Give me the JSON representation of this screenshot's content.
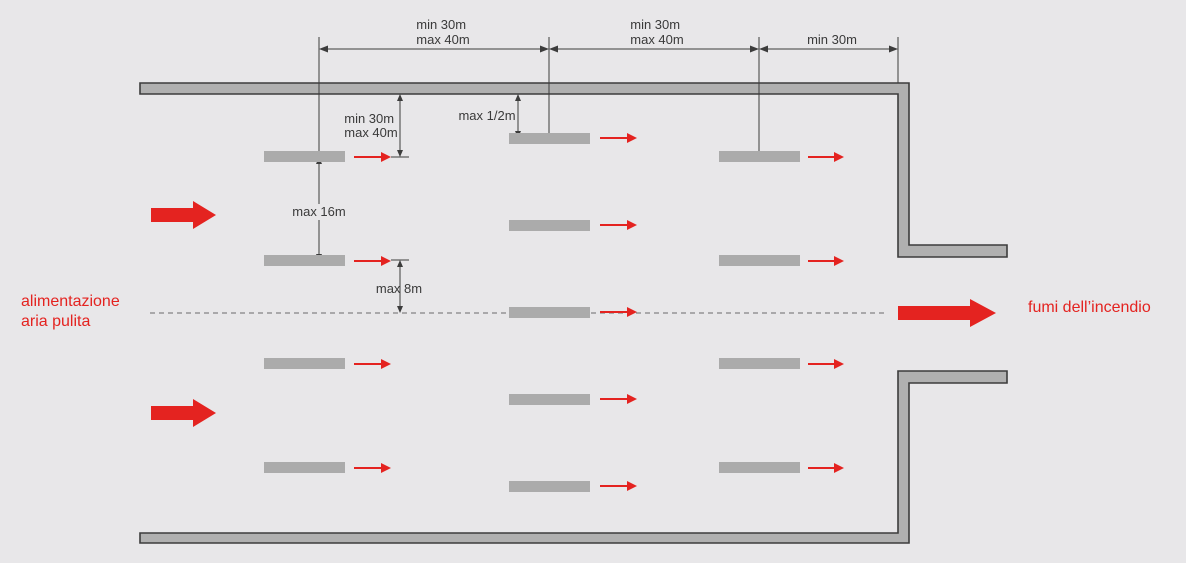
{
  "labels": {
    "spacing_1": [
      "min 30m",
      "max 40m"
    ],
    "spacing_2": [
      "min 30m",
      "max 40m"
    ],
    "spacing_3": "min 30m",
    "ceiling_gap": [
      "min 30m",
      "max 40m"
    ],
    "ceiling_half": "max 1/2m",
    "lateral_max": "max 16m",
    "axis_max": "max 8m",
    "supply": [
      "alimentazione",
      "aria pulita"
    ],
    "smoke": "fumi dell’incendio"
  },
  "colors": {
    "background": "#e8e7e9",
    "wall": "#b0b0b0",
    "fan": "#ababab",
    "arrow": "#e42320",
    "text": "#3a3a3a"
  },
  "icons": {
    "fan": "jet-fan-bar",
    "airflow": "red-arrow-right",
    "dimension": "double-headed-arrow"
  }
}
